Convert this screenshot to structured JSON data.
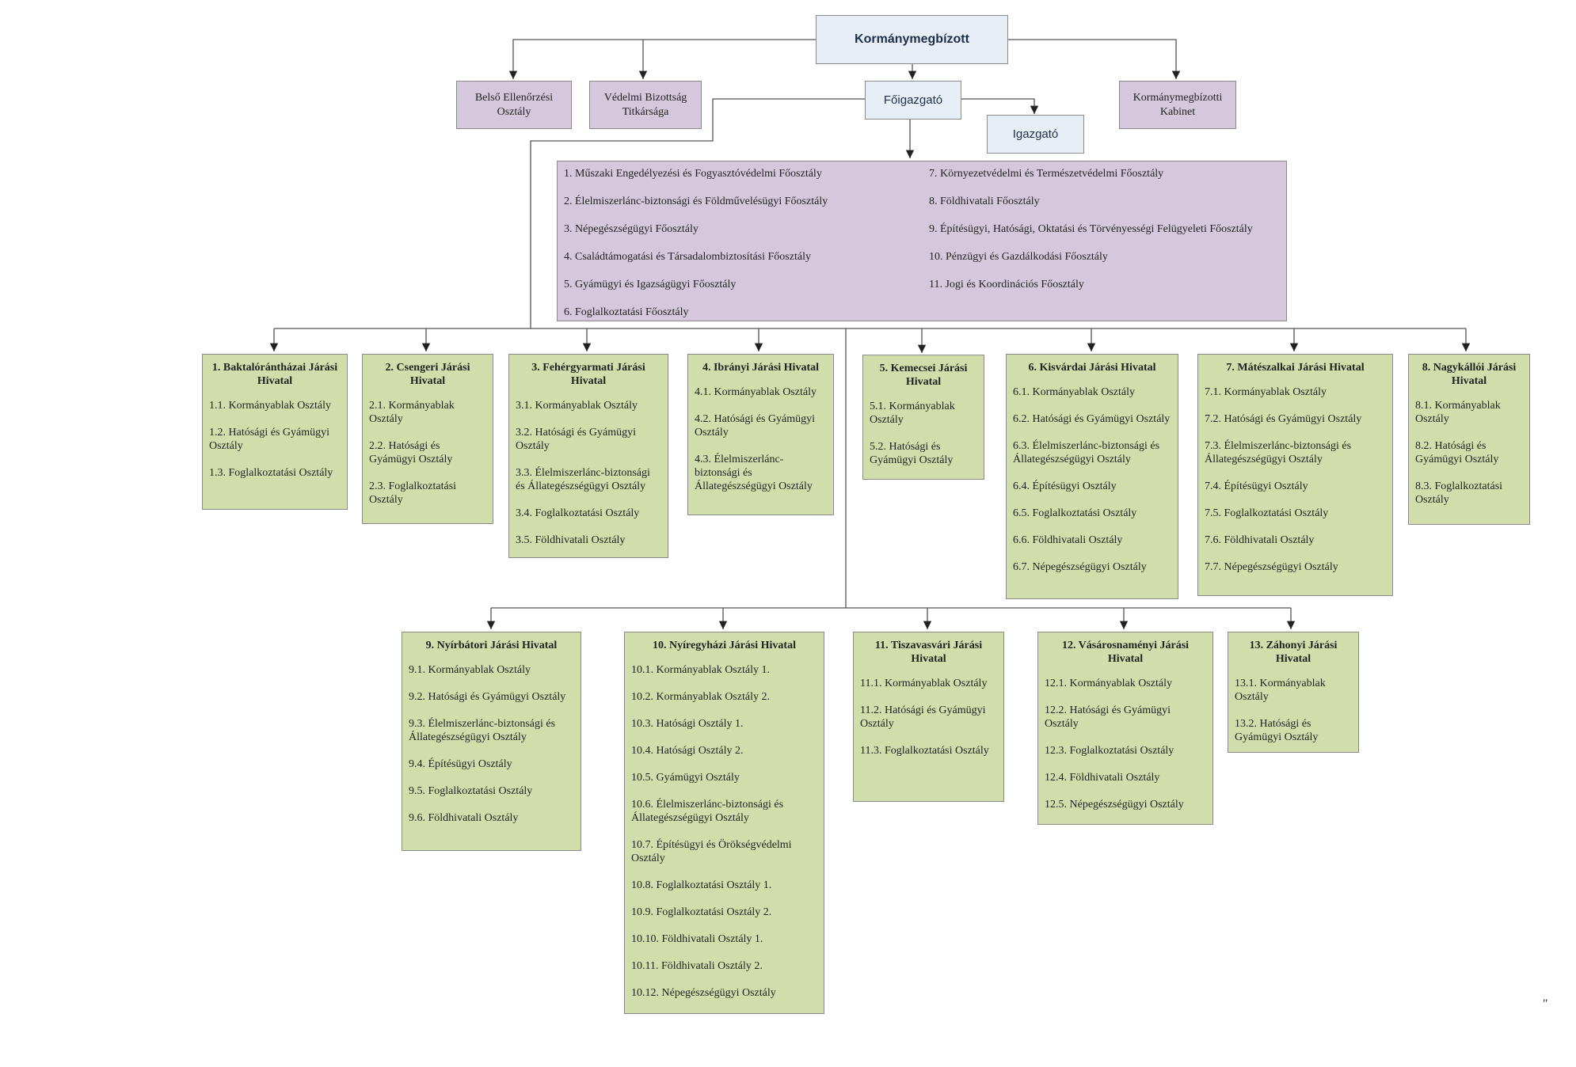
{
  "top": "Kormánymegbízott",
  "side_left": [
    "Belső Ellenőrzési Osztály",
    "Védelmi Bizottság Titkársága"
  ],
  "side_right": "Kormánymegbízotti Kabinet",
  "director_general": "Főigazgató",
  "director": "Igazgató",
  "main_departments": [
    "1. Műszaki Engedélyezési és Fogyasztóvédelmi Főosztály",
    "2. Élelmiszerlánc-biztonsági és Földművelésügyi Főosztály",
    "3. Népegészségügyi Főosztály",
    "4. Családtámogatási és Társadalombiztosítási Főosztály",
    "5. Gyámügyi és Igazságügyi Főosztály",
    "6. Foglalkoztatási Főosztály",
    "7. Környezetvédelmi és Természetvédelmi Főosztály",
    "8. Földhivatali Főosztály",
    "9. Építésügyi, Hatósági, Oktatási és Törvényességi Felügyeleti Főosztály",
    "10. Pénzügyi és Gazdálkodási Főosztály",
    "11. Jogi és Koordinációs Főosztály"
  ],
  "offices": [
    {
      "title": "1. Baktalórántházai Járási Hivatal",
      "items": [
        "1.1. Kormányablak Osztály",
        "1.2. Hatósági és Gyámügyi Osztály",
        "1.3. Foglalkoztatási Osztály"
      ]
    },
    {
      "title": "2. Csengeri Járási Hivatal",
      "items": [
        "2.1. Kormányablak Osztály",
        "2.2. Hatósági és Gyámügyi Osztály",
        "2.3. Foglalkoztatási Osztály"
      ]
    },
    {
      "title": "3. Fehérgyarmati Járási Hivatal",
      "items": [
        "3.1. Kormányablak Osztály",
        "3.2. Hatósági és Gyámügyi Osztály",
        "3.3. Élelmiszerlánc-biztonsági és Állategészségügyi Osztály",
        "3.4. Foglalkoztatási Osztály",
        "3.5. Földhivatali Osztály"
      ]
    },
    {
      "title": "4. Ibrányi Járási Hivatal",
      "items": [
        "4.1. Kormányablak Osztály",
        "4.2. Hatósági és Gyámügyi Osztály",
        "4.3. Élelmiszerlánc-biztonsági és Állategészségügyi Osztály"
      ]
    },
    {
      "title": "5. Kemecsei Járási Hivatal",
      "items": [
        "5.1. Kormányablak Osztály",
        "5.2. Hatósági és Gyámügyi Osztály"
      ]
    },
    {
      "title": "6. Kisvárdai Járási Hivatal",
      "items": [
        "6.1. Kormányablak Osztály",
        "6.2. Hatósági és Gyámügyi Osztály",
        "6.3. Élelmiszerlánc-biztonsági és Állategészségügyi Osztály",
        "6.4. Építésügyi Osztály",
        "6.5. Foglalkoztatási Osztály",
        "6.6. Földhivatali Osztály",
        "6.7. Népegészségügyi Osztály"
      ]
    },
    {
      "title": "7. Mátészalkai Járási Hivatal",
      "items": [
        "7.1. Kormányablak Osztály",
        "7.2. Hatósági és Gyámügyi Osztály",
        "7.3. Élelmiszerlánc-biztonsági és Állategészségügyi Osztály",
        "7.4. Építésügyi Osztály",
        "7.5. Foglalkoztatási Osztály",
        "7.6. Földhivatali Osztály",
        "7.7. Népegészségügyi Osztály"
      ]
    },
    {
      "title": "8. Nagykállói Járási Hivatal",
      "items": [
        "8.1. Kormányablak Osztály",
        "8.2. Hatósági és Gyámügyi Osztály",
        "8.3. Foglalkoztatási Osztály"
      ]
    },
    {
      "title": "9. Nyírbátori Járási Hivatal",
      "items": [
        "9.1. Kormányablak Osztály",
        "9.2. Hatósági és Gyámügyi Osztály",
        "9.3. Élelmiszerlánc-biztonsági és Állategészségügyi Osztály",
        "9.4. Építésügyi Osztály",
        "9.5. Foglalkoztatási Osztály",
        "9.6. Földhivatali Osztály"
      ]
    },
    {
      "title": "10. Nyíregyházi Járási Hivatal",
      "items": [
        "10.1. Kormányablak Osztály 1.",
        "10.2. Kormányablak Osztály 2.",
        "10.3. Hatósági Osztály 1.",
        "10.4. Hatósági Osztály 2.",
        "10.5. Gyámügyi Osztály",
        "10.6. Élelmiszerlánc-biztonsági és Állategészségügyi Osztály",
        "10.7. Építésügyi és Örökségvédelmi Osztály",
        "10.8. Foglalkoztatási Osztály 1.",
        "10.9. Foglalkoztatási Osztály 2.",
        "10.10. Földhivatali Osztály 1.",
        "10.11. Földhivatali Osztály 2.",
        "10.12. Népegészségügyi Osztály"
      ]
    },
    {
      "title": "11. Tiszavasvári Járási Hivatal",
      "items": [
        "11.1. Kormányablak Osztály",
        "11.2. Hatósági és Gyámügyi Osztály",
        "11.3. Foglalkoztatási Osztály"
      ]
    },
    {
      "title": "12. Vásárosnaményi Járási Hivatal",
      "items": [
        "12.1. Kormányablak Osztály",
        "12.2. Hatósági és Gyámügyi Osztály",
        "12.3. Foglalkoztatási Osztály",
        "12.4. Földhivatali Osztály",
        "12.5. Népegészségügyi Osztály"
      ]
    },
    {
      "title": "13. Záhonyi Járási Hivatal",
      "items": [
        "13.1. Kormányablak Osztály",
        "13.2. Hatósági és Gyámügyi Osztály"
      ]
    }
  ],
  "corner_mark": "″"
}
